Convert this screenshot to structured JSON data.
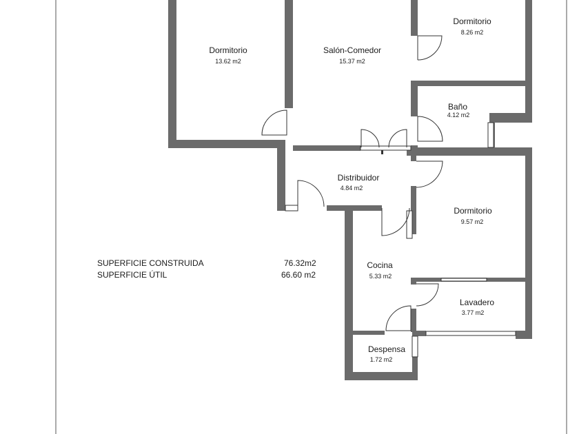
{
  "colors": {
    "wall": "#6b6b6b",
    "line": "#333333",
    "frame": "#555555"
  },
  "rooms": [
    {
      "name": "Dormitorio",
      "area": "13.62 m2"
    },
    {
      "name": "Salón-Comedor",
      "area": "15.37 m2"
    },
    {
      "name": "Dormitorio",
      "area": "8.26 m2"
    },
    {
      "name": "Baño",
      "area": "4.12 m2"
    },
    {
      "name": "Distribuidor",
      "area": "4.84 m2"
    },
    {
      "name": "Dormitorio",
      "area": "9.57 m2"
    },
    {
      "name": "Cocina",
      "area": "5.33 m2"
    },
    {
      "name": "Lavadero",
      "area": "3.77 m2"
    },
    {
      "name": "Despensa",
      "area": "1.72 m2"
    }
  ],
  "summary": {
    "built_label": "SUPERFICIE CONSTRUIDA",
    "built_value": "76.32m2",
    "useful_label": "SUPERFICIE ÚTIL",
    "useful_value": "66.60 m2"
  }
}
